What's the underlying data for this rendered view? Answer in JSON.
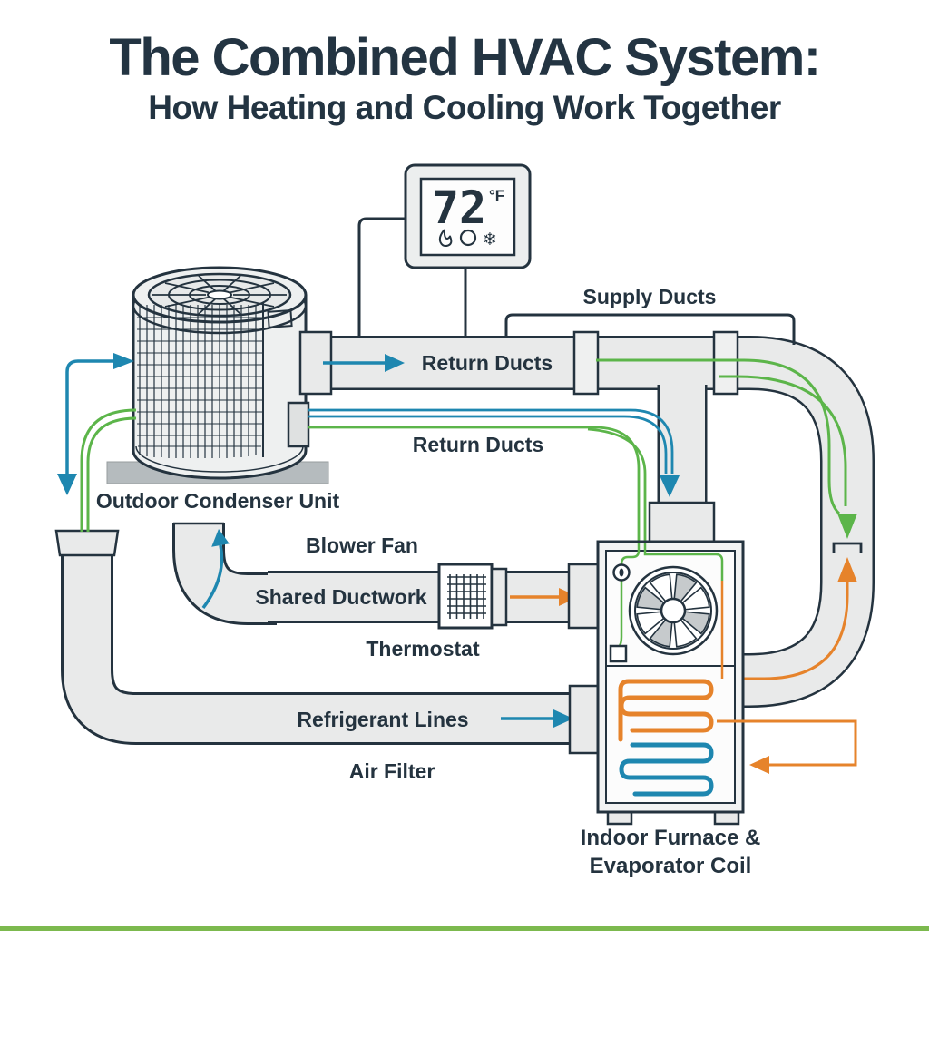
{
  "header": {
    "title": "The Combined HVAC System:",
    "subtitle": "How Heating and Cooling Work Together"
  },
  "thermostat_device": {
    "temperature": "72",
    "degree_unit": "°F",
    "mode_icons": [
      "flame-icon",
      "circle-icon",
      "snowflake-icon"
    ],
    "snowflake_glyph": "❄"
  },
  "labels": {
    "supply_ducts": "Supply Ducts",
    "return_ducts_top": "Return Ducts",
    "return_ducts_mid": "Return Ducts",
    "outdoor_condenser_unit": "Outdoor Condenser Unit",
    "blower_fan": "Blower Fan",
    "shared_ductwork": "Shared Ductwork",
    "thermostat": "Thermostat",
    "refrigerant_lines": "Refrigerant Lines",
    "air_filter": "Air Filter",
    "indoor_furnace_line1": "Indoor Furnace &",
    "indoor_furnace_line2": "Evaporator Coil"
  },
  "colors": {
    "outline_navy": "#24333f",
    "duct_gray": "#e9eaea",
    "cool_blue": "#1e87b0",
    "supply_green": "#5cb54a",
    "heat_orange": "#e6832b",
    "footer_rule_green": "#7cb94e",
    "pad_gray": "#b5bbbe"
  }
}
